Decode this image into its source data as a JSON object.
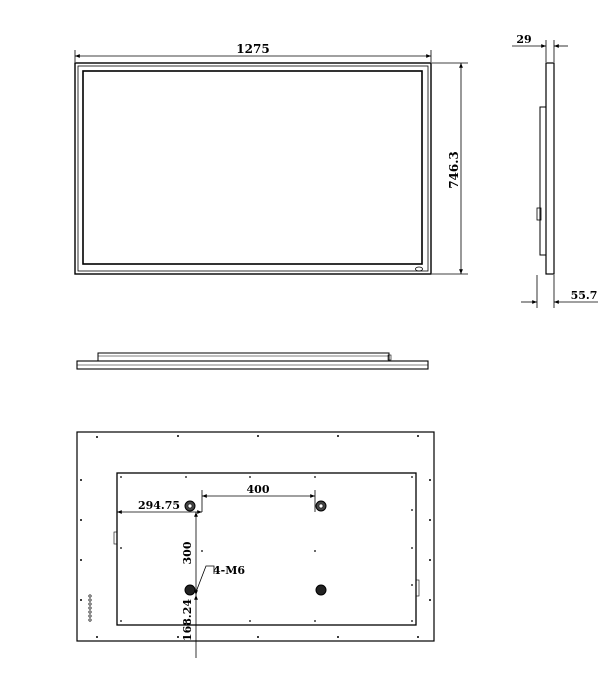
{
  "front_view": {
    "width_label": "1275",
    "height_label": "746.3"
  },
  "side_view": {
    "depth_top_label": "29",
    "depth_bottom_label": "55.7"
  },
  "back_view": {
    "hole_spacing_h_label": "400",
    "left_offset_label": "294.75",
    "hole_spacing_v_label": "300",
    "bottom_offset_label": "168.24",
    "screw_callout_label": "4-M6"
  }
}
